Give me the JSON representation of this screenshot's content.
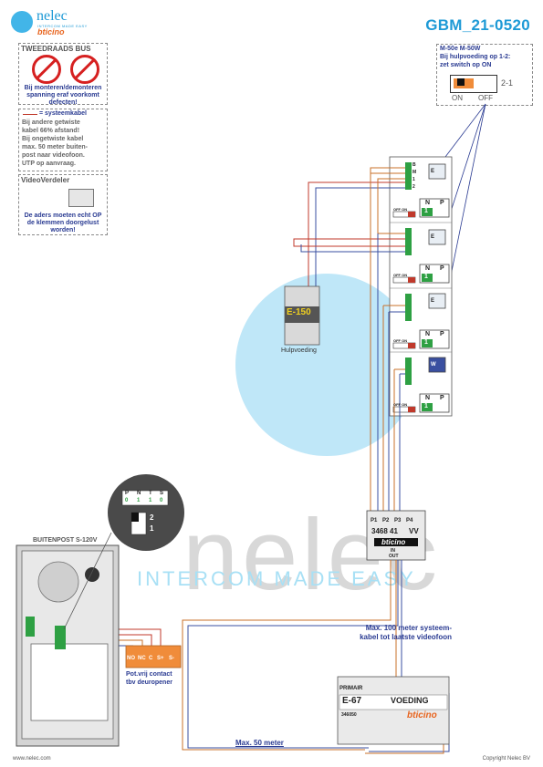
{
  "header": {
    "logo_name": "nelec",
    "logo_tagline": "INTERCOM MADE EASY",
    "logo_brand": "bticino",
    "diagram_code": "GBM_21-0520"
  },
  "bus_panel": {
    "title": "TWEEDRAADS BUS",
    "warning": "Bij monteren/demonteren spanning eraf voorkomt defecten!"
  },
  "cable_panel": {
    "legend": "= systeemkabel",
    "lines": [
      "Bij andere getwiste",
      "kabel 66% afstand!",
      "Bij ongetwiste kabel",
      "max. 50 meter buiten-",
      "post naar videofoon.",
      "UTP op aanvraag."
    ]
  },
  "splitter_panel": {
    "title": "VideoVerdeler",
    "note": "De aders moeten echt OP de klemmen doorgelust worden!"
  },
  "aux_panel": {
    "models": "M-50e  M-50W",
    "note_1": "Bij hulpvoeding op 1-2:",
    "note_2": "zet switch op ON",
    "switch_label": "2-1",
    "on_label": "ON",
    "off_label": "OFF"
  },
  "aux_supply": {
    "model": "E-150",
    "label": "Hulpvoeding"
  },
  "videophones": [
    {
      "switch": "OFF ON",
      "n": "N",
      "p": "P",
      "value": "1",
      "screen": "E"
    },
    {
      "switch": "OFF ON",
      "n": "N",
      "p": "P",
      "value": "1",
      "screen": "E"
    },
    {
      "switch": "OFF ON",
      "n": "N",
      "p": "P",
      "value": "1",
      "screen": "E"
    },
    {
      "switch": "OFF ON",
      "n": "N",
      "p": "P",
      "value": "1",
      "screen": "W"
    }
  ],
  "terminal_labels": [
    "B",
    "M",
    "1",
    "2"
  ],
  "distributor": {
    "ports": [
      "P1",
      "P2",
      "P3",
      "P4"
    ],
    "model": "3468 41",
    "vv": "VV",
    "brand": "bticino",
    "in_out": [
      "IN",
      "OUT"
    ]
  },
  "dip_callout": {
    "headers": [
      "P",
      "N",
      "T",
      "S"
    ],
    "values": [
      "0",
      "1",
      "1",
      "0"
    ],
    "switch_top": "2",
    "switch_bottom": "1"
  },
  "outdoor_station": {
    "title": "BUITENPOST S-120V"
  },
  "relay": {
    "terminals": [
      "NO",
      "NC",
      "C",
      "S+",
      "S-"
    ],
    "note_1": "Pot.vrij contact",
    "note_2": "tbv deuropener"
  },
  "power_supply": {
    "primary": "PRIMAIR",
    "model": "E-67",
    "label": "VOEDING",
    "code": "346050",
    "brand": "bticino"
  },
  "notes": {
    "max_100_1": "Max. 100 meter systeem-",
    "max_100_2": "kabel tot laatste videofoon",
    "max_50": "Max. 50 meter"
  },
  "watermark": {
    "name": "nelec",
    "tagline": "INTERCOM MADE EASY"
  },
  "footer": {
    "left": "www.nelec.com",
    "right": "Copyright Nelec BV"
  },
  "colors": {
    "brand_blue": "#1e9ad6",
    "text_blue": "#2a3b92",
    "wire_red": "#c0392b",
    "wire_orange": "#c8702a",
    "wire_blue": "#3a4fa0",
    "terminal_green": "#2ea043",
    "relay_orange": "#f08c3a"
  }
}
